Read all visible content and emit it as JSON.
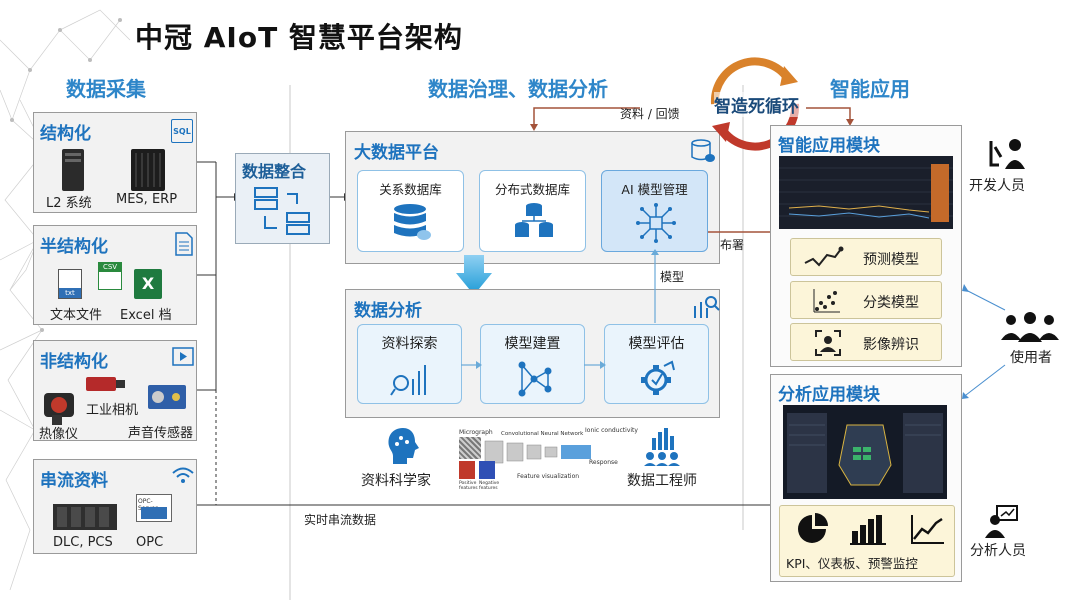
{
  "title": "中冠 AIoT 智慧平台架构",
  "sections": {
    "collection": "数据采集",
    "governance": "数据治理、数据分析",
    "application": "智能应用"
  },
  "loop": {
    "label": "智造死循环",
    "feedback": "资料 / 回馈"
  },
  "collection": {
    "structured": {
      "title": "结构化",
      "badge": "SQL",
      "items": [
        "L2 系统",
        "MES, ERP"
      ]
    },
    "semi": {
      "title": "半结构化",
      "items": [
        "文本文件",
        "Excel 档"
      ],
      "csv": "CSV",
      "txt": "txt"
    },
    "unstructured": {
      "title": "非结构化",
      "items": [
        "工业相机",
        "热像仪",
        "声音传感器"
      ]
    },
    "streaming": {
      "title": "串流资料",
      "items": [
        "DLC, PCS",
        "OPC"
      ],
      "opc_label": "OPC-Server"
    }
  },
  "integration": {
    "title": "数据整合"
  },
  "bigdata": {
    "title": "大数据平台",
    "tiles": [
      "关系数据库",
      "分布式数据库",
      "AI 模型管理"
    ]
  },
  "analysis": {
    "title": "数据分析",
    "tiles": [
      "资料探索",
      "模型建置",
      "模型评估"
    ]
  },
  "arrows": {
    "deploy": "布署",
    "model": "模型",
    "realtime": "实时串流数据"
  },
  "people": {
    "data_scientist": "资料科学家",
    "data_engineer": "数据工程师",
    "developer": "开发人员",
    "user": "使用者",
    "analyst": "分析人员"
  },
  "ml_figure": {
    "micrograph": "Micrograph",
    "network": "Convolutional Neural Network",
    "ionic": "Ionic conductivity",
    "response": "Response",
    "feature": "Feature visualization",
    "positive": "Positive features",
    "negative": "Negative features"
  },
  "smart_module": {
    "title": "智能应用模块",
    "models": [
      "预测模型",
      "分类模型",
      "影像辨识"
    ]
  },
  "analysis_module": {
    "title": "分析应用模块",
    "indicator": "KPI、仪表板、预警监控"
  }
}
